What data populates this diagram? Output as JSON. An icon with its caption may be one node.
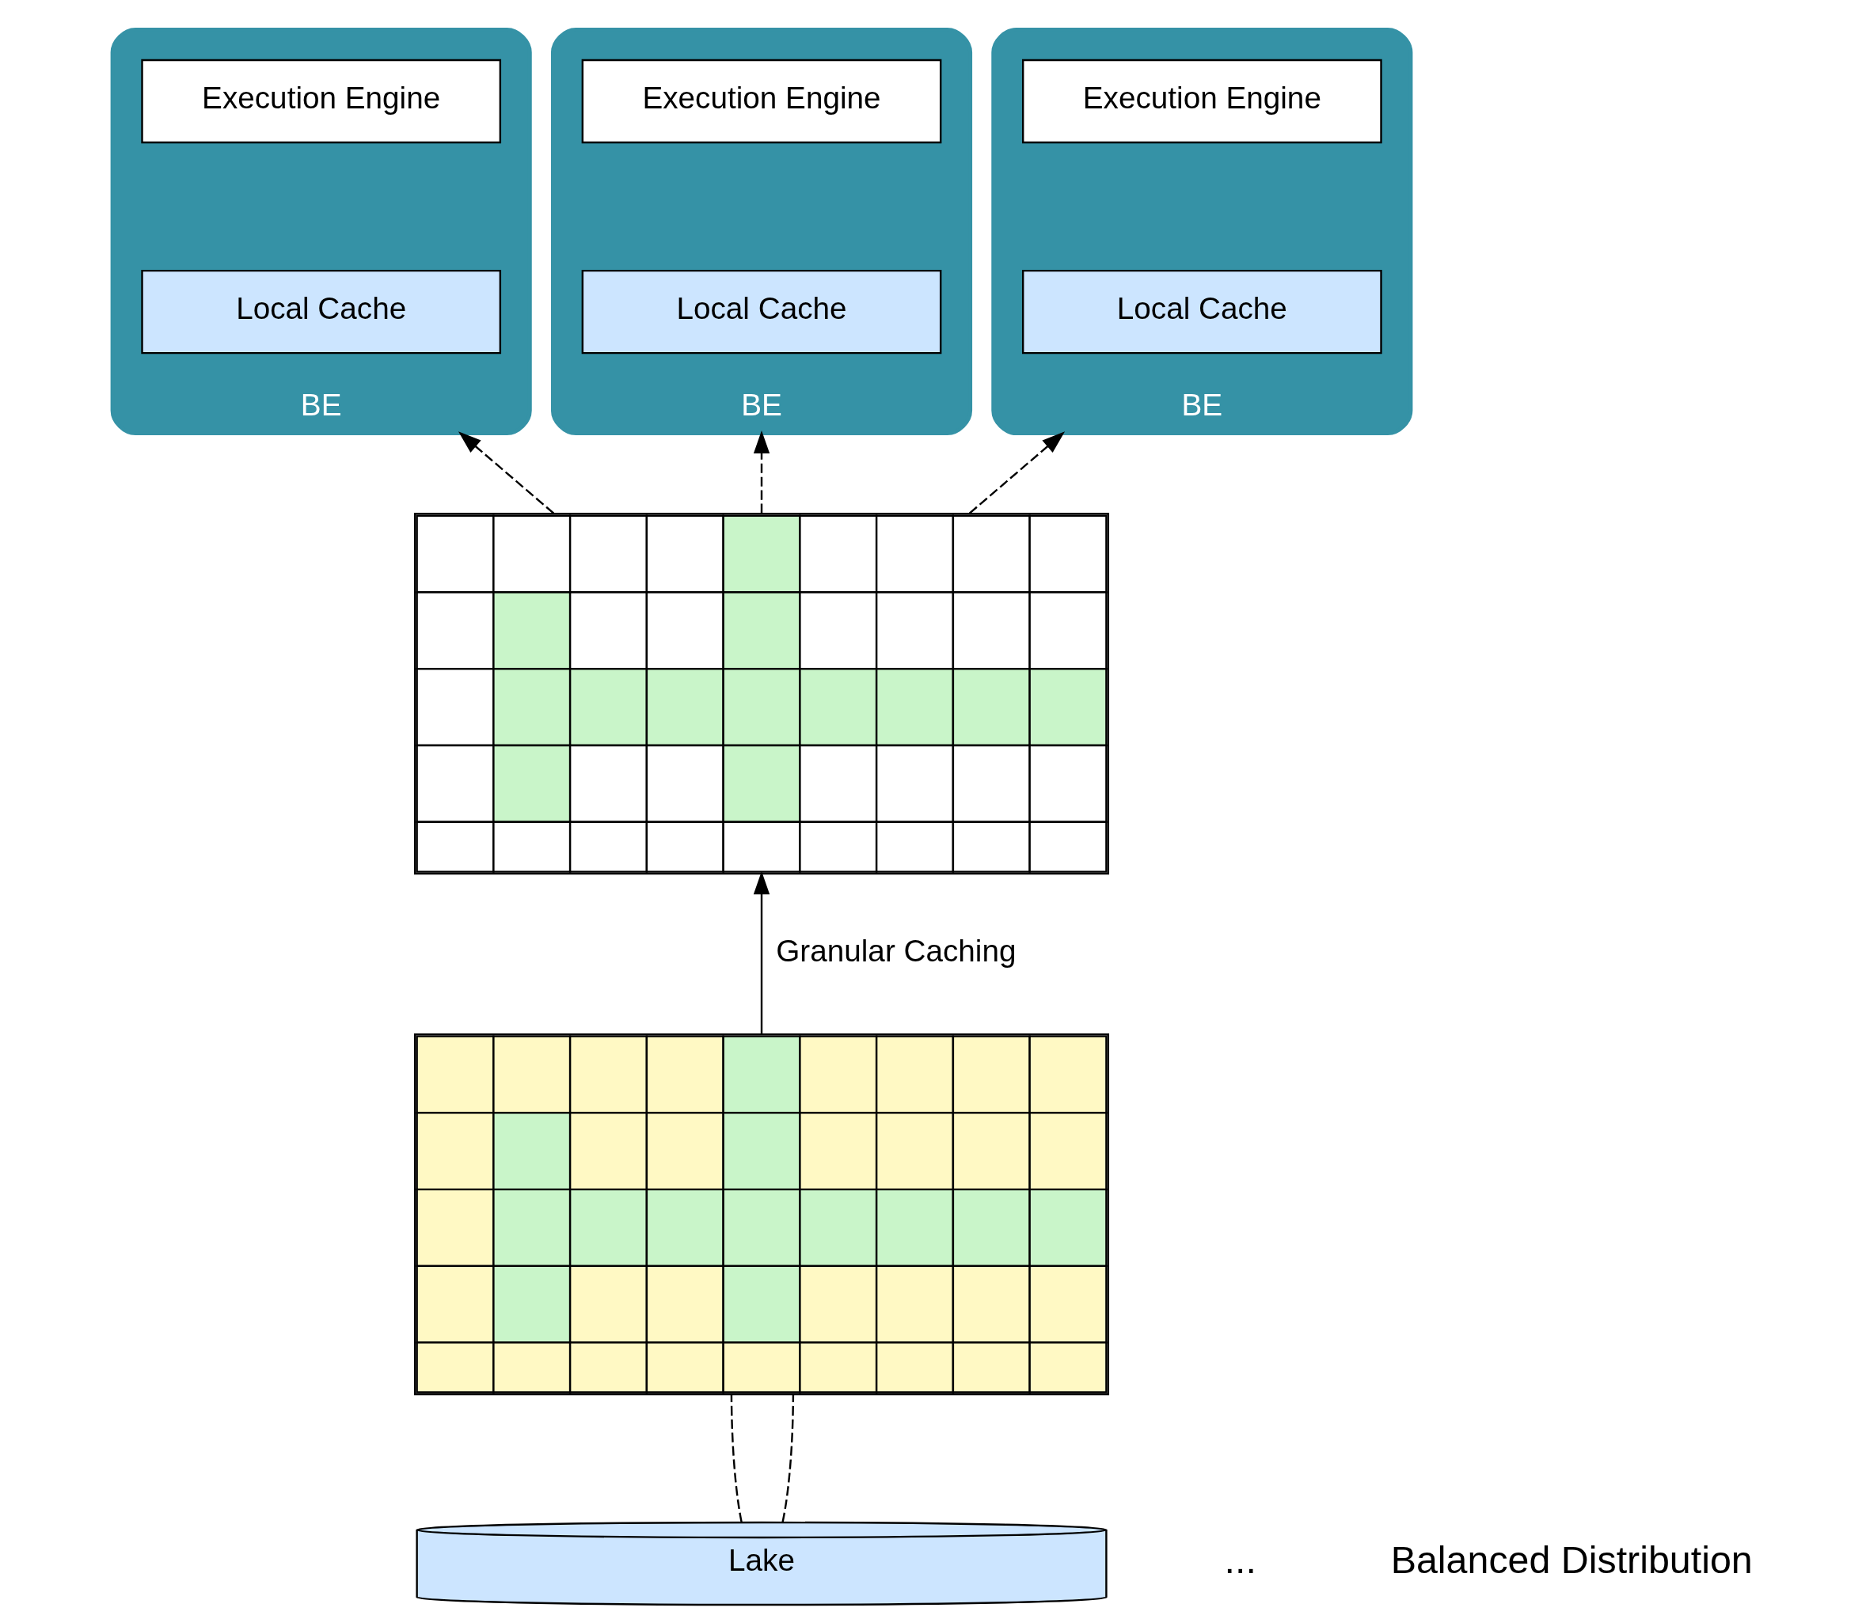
{
  "diagram": {
    "nodes": [
      {
        "text": [
          "BE"
        ]
      },
      {
        "text": [
          "Execution Engine"
        ],
        "in": 0
      },
      {
        "text": [
          "Local Cache"
        ],
        "in": 0
      },
      {
        "text": [
          "BE"
        ]
      },
      {
        "text": [
          "Execution Engine"
        ],
        "in": 3
      },
      {
        "text": [
          "Local Cache"
        ],
        "in": 3
      },
      {
        "text": [
          "BE"
        ]
      },
      {
        "text": [
          "Execution Engine"
        ],
        "in": 6
      },
      {
        "text": [
          "Local Cache"
        ],
        "in": 6
      },
      {
        "text": [],
        "shape": "grid"
      },
      {
        "text": [],
        "shape": "grid"
      },
      {
        "text": [
          "Lake"
        ]
      }
    ],
    "edges": [
      {
        "from": 9,
        "to": 0,
        "arrow": "to",
        "style": "dashed"
      },
      {
        "from": 9,
        "to": 3,
        "arrow": "to",
        "style": "dashed"
      },
      {
        "from": 9,
        "to": 6,
        "arrow": "to",
        "style": "dashed"
      },
      {
        "from": 10,
        "to": 9,
        "arrow": "to",
        "label": "Granular Caching"
      },
      {
        "from": 11,
        "to": 10,
        "arrow": "none",
        "style": "dashed"
      },
      {
        "from": 11,
        "to": 10,
        "arrow": "none",
        "style": "dashed"
      }
    ],
    "labels": [
      "...",
      "Balanced Distribution"
    ]
  }
}
